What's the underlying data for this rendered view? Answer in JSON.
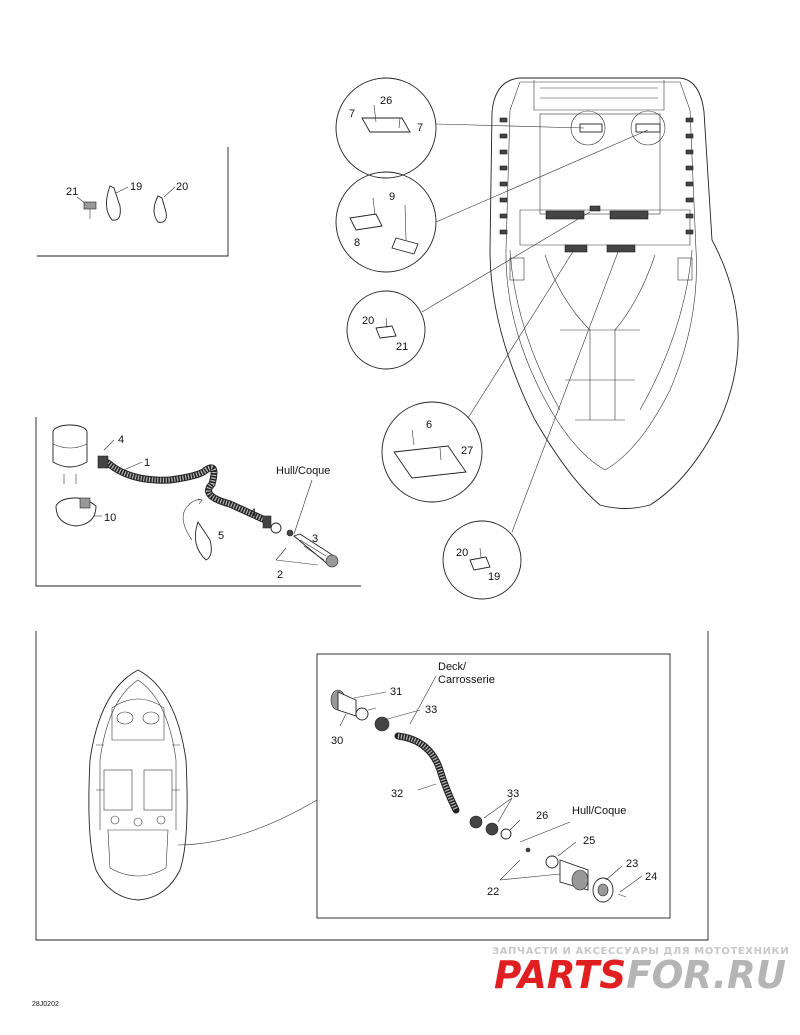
{
  "callouts": {
    "boat_top": {
      "c26": "26",
      "c7a": "7",
      "c7b": "7",
      "c9": "9",
      "c8": "8",
      "c20": "20",
      "c21": "21",
      "c6": "6",
      "c27": "27",
      "c20b": "20",
      "c19": "19"
    },
    "clips_box": {
      "c21": "21",
      "c19": "19",
      "c20": "20"
    },
    "pump_box": {
      "c4a": "4",
      "c1": "1",
      "c10": "10",
      "c5": "5",
      "c4b": "4",
      "c3": "3",
      "c2": "2",
      "hull": "Hull/Coque"
    },
    "drain_box": {
      "deck_a": "Deck/",
      "deck_b": "Carrosserie",
      "c31": "31",
      "c33a": "33",
      "c30": "30",
      "c32": "32",
      "c33b": "33",
      "c26": "26",
      "hull": "Hull/Coque",
      "c25": "25",
      "c23": "23",
      "c24": "24",
      "c22": "22"
    }
  },
  "drawing_code": "28J0202",
  "watermark": {
    "tagline": "ЗАПЧАСТИ И АКСЕССУАРЫ ДЛЯ МОТОТЕХНИКИ",
    "logo_left": "PARTS",
    "logo_right": "FOR.RU"
  },
  "colors": {
    "logo_red": "#e02020",
    "logo_grey": "#b5b5b5"
  }
}
